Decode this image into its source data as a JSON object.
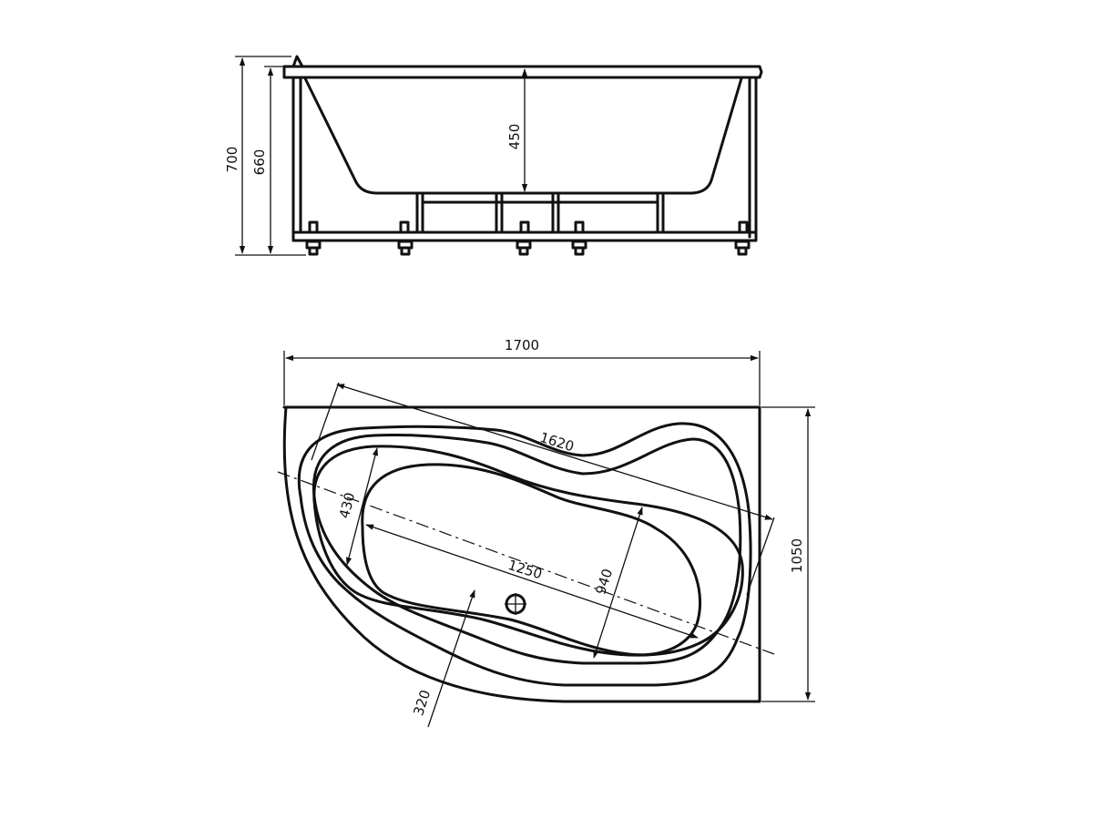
{
  "side_view": {
    "height_total": "700",
    "height_rim": "660",
    "depth": "450"
  },
  "top_view": {
    "length": "1700",
    "width": "1050",
    "diagonal": "1620",
    "inner_length": "1250",
    "inner_width_narrow": "430",
    "inner_width_wide": "940",
    "drain_offset": "320"
  }
}
